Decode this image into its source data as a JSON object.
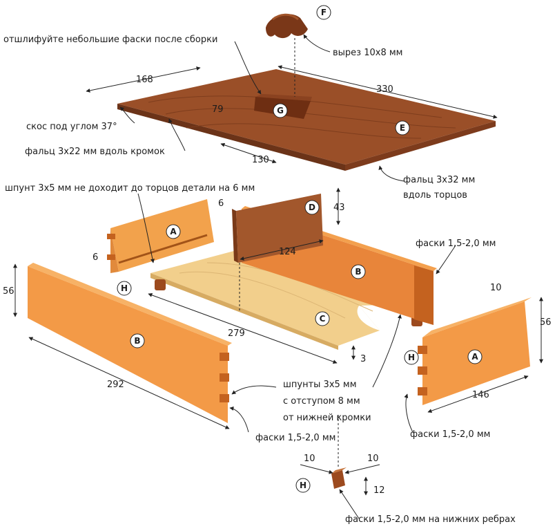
{
  "labels": {
    "chamfer_after_assembly": "отшлифуйте небольшие фаски после сборки",
    "cutout": "вырез 10x8 мм",
    "bevel": "скос под углом 37°",
    "rabbet_edges": "фальц 3x22 мм вдоль кромок",
    "rabbet_ends_1": "фальц 3x32 мм",
    "rabbet_ends_2": "вдоль торцов",
    "groove_stop": "шпунт 3x5 мм не доходит до торцов детали на 6 мм",
    "chamfer_b": "фаски 1,5-2,0 мм",
    "grooves_1": "шпунты 3x5 мм",
    "grooves_2": "с отступом 8 мм",
    "grooves_3": "от нижней кромки",
    "chamfer_front": "фаски 1,5-2,0 мм",
    "chamfer_a": "фаски 1,5-2,0 мм",
    "chamfer_foot": "фаски 1,5-2,0 мм на нижних ребрах"
  },
  "dims": {
    "lid_width": "168",
    "lid_length": "330",
    "handle_offset": "79",
    "rabbet_130": "130",
    "panel_d_height": "43",
    "panel_d_length": "124",
    "a_groove_6_top": "6",
    "a_groove_6_left": "6",
    "front_height": "56",
    "bottom_length": "279",
    "bottom_thickness": "3",
    "front_length": "292",
    "right_a_top": "10",
    "right_a_height": "56",
    "right_a_length": "146",
    "foot_w1": "10",
    "foot_w2": "10",
    "foot_h": "12"
  },
  "parts": {
    "A1": "A",
    "A2": "A",
    "B1": "B",
    "B2": "B",
    "C": "C",
    "D": "D",
    "E": "E",
    "F": "F",
    "G": "G",
    "H1": "H",
    "H2": "H",
    "H3": "H"
  },
  "colors": {
    "lid": "#9a4f28",
    "lid_edge": "#6b3318",
    "handle": "#7a3718",
    "side_light": "#f3a04e",
    "side_mid": "#e8853a",
    "side_dark": "#c4621f",
    "bottom": "#f2cf8c",
    "panel_d": "#a2572c",
    "foot": "#9c4a1e"
  }
}
